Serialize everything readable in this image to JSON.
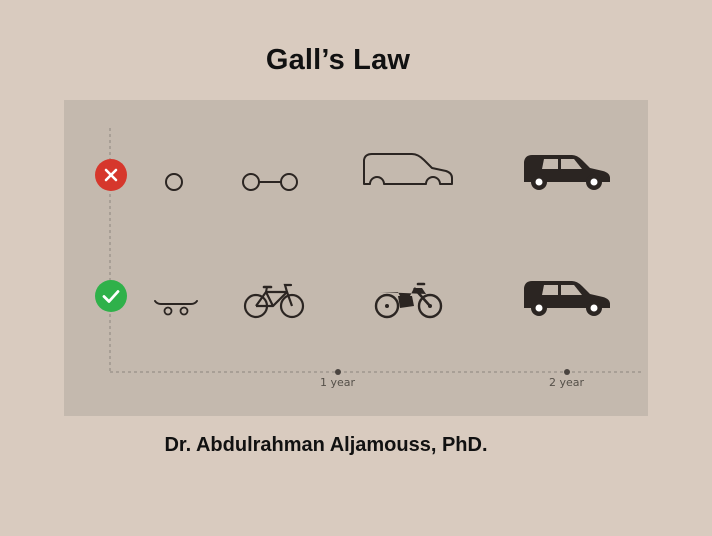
{
  "title": "Gall’s Law",
  "author": "Dr. Abdulrahman Aljamouss, PhD.",
  "timeline": {
    "ticks": [
      "1 year",
      "2 year"
    ]
  },
  "rows": [
    {
      "status": "wrong",
      "status_icon": "cross-icon",
      "stages": [
        "circle-icon",
        "two-circles-icon",
        "car-outline-icon",
        "car-icon"
      ]
    },
    {
      "status": "right",
      "status_icon": "check-icon",
      "stages": [
        "skateboard-icon",
        "bicycle-icon",
        "motorcycle-icon",
        "car-icon"
      ]
    }
  ],
  "colors": {
    "background": "#d9cbbf",
    "panel": "#c4b9ae",
    "wrong": "#d6372c",
    "right": "#2fb14a",
    "icon": "#2b2522"
  }
}
